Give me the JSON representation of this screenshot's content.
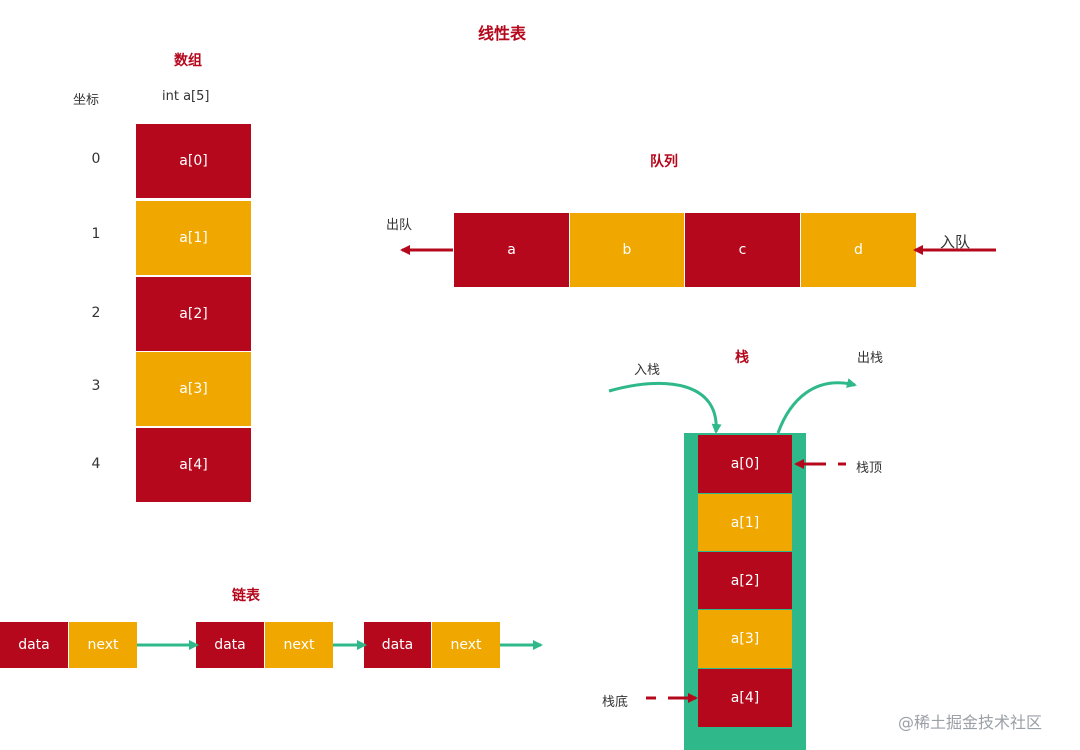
{
  "title": "线性表",
  "array": {
    "heading": "数组",
    "index_header": "坐标",
    "decl": "int a[5]",
    "indices": [
      "0",
      "1",
      "2",
      "3",
      "4"
    ],
    "cells": [
      "a[0]",
      "a[1]",
      "a[2]",
      "a[3]",
      "a[4]"
    ]
  },
  "queue": {
    "heading": "队列",
    "dequeue_label": "出队",
    "enqueue_label": "入队",
    "cells": [
      "a",
      "b",
      "c",
      "d"
    ]
  },
  "stack": {
    "heading": "栈",
    "push_label": "入栈",
    "pop_label": "出栈",
    "top_label": "栈顶",
    "bottom_label": "栈底",
    "cells": [
      "a[0]",
      "a[1]",
      "a[2]",
      "a[3]",
      "a[4]"
    ]
  },
  "linked_list": {
    "heading": "链表",
    "nodes": [
      {
        "data": "data",
        "next": "next"
      },
      {
        "data": "data",
        "next": "next"
      },
      {
        "data": "data",
        "next": "next"
      }
    ]
  },
  "watermark": "@稀土掘金技术社区",
  "colors": {
    "red": "#b5081d",
    "gold": "#f0a800",
    "green": "#2fb88a"
  }
}
